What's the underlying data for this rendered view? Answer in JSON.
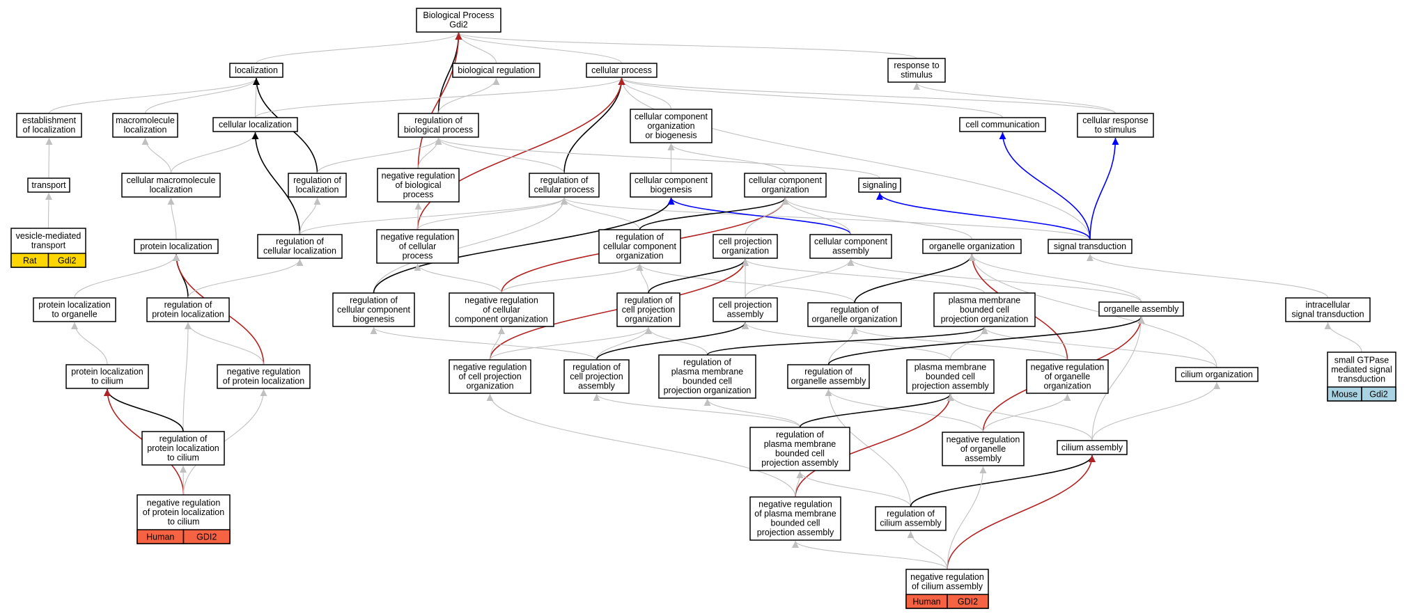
{
  "colors": {
    "is_a": "#c0c0c0",
    "part_of": "#000000",
    "negatively_regulates": "#b22222",
    "regulates": "#0000ff",
    "human": "#f56342",
    "rat": "#ffd700",
    "mouse": "#a9d3e3"
  },
  "nodes": {
    "bp": {
      "lines": [
        "Biological Process",
        "Gdi2"
      ]
    },
    "loc": {
      "lines": [
        "localization"
      ]
    },
    "bioreg": {
      "lines": [
        "biological regulation"
      ]
    },
    "cp": {
      "lines": [
        "cellular process"
      ]
    },
    "resp": {
      "lines": [
        "response to",
        "stimulus"
      ]
    },
    "estloc": {
      "lines": [
        "establishment",
        "of localization"
      ]
    },
    "macloc": {
      "lines": [
        "macromolecule",
        "localization"
      ]
    },
    "cellloc": {
      "lines": [
        "cellular localization"
      ]
    },
    "regbp": {
      "lines": [
        "regulation of",
        "biological process"
      ]
    },
    "ccob": {
      "lines": [
        "cellular component",
        "organization",
        "or biogenesis"
      ]
    },
    "cellcomm": {
      "lines": [
        "cell communication"
      ]
    },
    "cellresp": {
      "lines": [
        "cellular response",
        "to stimulus"
      ]
    },
    "transport": {
      "lines": [
        "transport"
      ]
    },
    "cmacloc": {
      "lines": [
        "cellular macromolecule",
        "localization"
      ]
    },
    "regloc": {
      "lines": [
        "regulation of",
        "localization"
      ]
    },
    "negregbp": {
      "lines": [
        "negative regulation",
        "of biological",
        "process"
      ]
    },
    "regcp": {
      "lines": [
        "regulation of",
        "cellular process"
      ]
    },
    "ccbio": {
      "lines": [
        "cellular component",
        "biogenesis"
      ]
    },
    "ccorg": {
      "lines": [
        "cellular component",
        "organization"
      ]
    },
    "signaling": {
      "lines": [
        "signaling"
      ]
    },
    "vesicle": {
      "lines": [
        "vesicle-mediated",
        "transport"
      ],
      "tags": [
        "Rat",
        "Gdi2"
      ],
      "tag_color": "rat"
    },
    "protloc": {
      "lines": [
        "protein localization"
      ]
    },
    "regcellloc": {
      "lines": [
        "regulation of",
        "cellular localization"
      ]
    },
    "negregcp": {
      "lines": [
        "negative regulation",
        "of cellular",
        "process"
      ]
    },
    "regcco": {
      "lines": [
        "regulation of",
        "cellular component",
        "organization"
      ]
    },
    "cpo": {
      "lines": [
        "cell projection",
        "organization"
      ]
    },
    "cca": {
      "lines": [
        "cellular component",
        "assembly"
      ]
    },
    "orgorg": {
      "lines": [
        "organelle organization"
      ]
    },
    "sigtrans": {
      "lines": [
        "signal transduction"
      ]
    },
    "protlocorg": {
      "lines": [
        "protein localization",
        "to organelle"
      ]
    },
    "regprotloc": {
      "lines": [
        "regulation of",
        "protein localization"
      ]
    },
    "regccbio": {
      "lines": [
        "regulation of",
        "cellular component",
        "biogenesis"
      ]
    },
    "negregcco": {
      "lines": [
        "negative regulation",
        "of cellular",
        "component organization"
      ]
    },
    "regcpo": {
      "lines": [
        "regulation of",
        "cell projection",
        "organization"
      ]
    },
    "cpa": {
      "lines": [
        "cell projection",
        "assembly"
      ]
    },
    "regorgorg": {
      "lines": [
        "regulation of",
        "organelle organization"
      ]
    },
    "pmbcpo": {
      "lines": [
        "plasma membrane",
        "bounded cell",
        "projection organization"
      ]
    },
    "orgasm": {
      "lines": [
        "organelle assembly"
      ]
    },
    "intrasig": {
      "lines": [
        "intracellular",
        "signal transduction"
      ]
    },
    "protloccil": {
      "lines": [
        "protein localization",
        "to cilium"
      ]
    },
    "negregprotloc": {
      "lines": [
        "negative regulation",
        "of protein localization"
      ]
    },
    "negregcpo": {
      "lines": [
        "negative regulation",
        "of cell projection",
        "organization"
      ]
    },
    "regcpa": {
      "lines": [
        "regulation of",
        "cell projection",
        "assembly"
      ]
    },
    "regpmbcpo": {
      "lines": [
        "regulation of",
        "plasma membrane",
        "bounded cell",
        "projection organization"
      ]
    },
    "regorgasm": {
      "lines": [
        "regulation of",
        "organelle assembly"
      ]
    },
    "pmbcpa": {
      "lines": [
        "plasma membrane",
        "bounded cell",
        "projection assembly"
      ]
    },
    "negregorgorg": {
      "lines": [
        "negative regulation",
        "of organelle",
        "organization"
      ]
    },
    "ciliumorg": {
      "lines": [
        "cilium organization"
      ]
    },
    "smallgtp": {
      "lines": [
        "small GTPase",
        "mediated signal",
        "transduction"
      ],
      "tags": [
        "Mouse",
        "Gdi2"
      ],
      "tag_color": "mouse"
    },
    "regprotloccil": {
      "lines": [
        "regulation of",
        "protein localization",
        "to cilium"
      ]
    },
    "regpmbcpa": {
      "lines": [
        "regulation of",
        "plasma membrane",
        "bounded cell",
        "projection assembly"
      ]
    },
    "negregorgasm": {
      "lines": [
        "negative regulation",
        "of organelle",
        "assembly"
      ]
    },
    "ciliumasm": {
      "lines": [
        "cilium assembly"
      ]
    },
    "negregprotloccil": {
      "lines": [
        "negative regulation",
        "of protein localization",
        "to cilium"
      ],
      "tags": [
        "Human",
        "GDI2"
      ],
      "tag_color": "human"
    },
    "negregpmbcpa": {
      "lines": [
        "negative regulation",
        "of plasma membrane",
        "bounded cell",
        "projection assembly"
      ]
    },
    "regciliumasm": {
      "lines": [
        "regulation of",
        "cilium assembly"
      ]
    },
    "negregciliumasm": {
      "lines": [
        "negative regulation",
        "of cilium assembly"
      ],
      "tags": [
        "Human",
        "GDI2"
      ],
      "tag_color": "human"
    }
  },
  "edges": [
    {
      "from": "loc",
      "to": "bp",
      "type": "is_a"
    },
    {
      "from": "bioreg",
      "to": "bp",
      "type": "is_a"
    },
    {
      "from": "cp",
      "to": "bp",
      "type": "is_a"
    },
    {
      "from": "resp",
      "to": "bp",
      "type": "is_a"
    },
    {
      "from": "regbp",
      "to": "bp",
      "type": "part_of"
    },
    {
      "from": "negregbp",
      "to": "bp",
      "type": "negatively_regulates"
    },
    {
      "from": "estloc",
      "to": "loc",
      "type": "is_a"
    },
    {
      "from": "macloc",
      "to": "loc",
      "type": "is_a"
    },
    {
      "from": "cellloc",
      "to": "loc",
      "type": "is_a"
    },
    {
      "from": "regloc",
      "to": "loc",
      "type": "part_of"
    },
    {
      "from": "regbp",
      "to": "bioreg",
      "type": "is_a"
    },
    {
      "from": "ccob",
      "to": "cp",
      "type": "is_a"
    },
    {
      "from": "cellcomm",
      "to": "cp",
      "type": "is_a"
    },
    {
      "from": "cellresp",
      "to": "cp",
      "type": "is_a"
    },
    {
      "from": "cellloc",
      "to": "cp",
      "type": "is_a"
    },
    {
      "from": "sigtrans",
      "to": "cp",
      "type": "is_a"
    },
    {
      "from": "regcp",
      "to": "cp",
      "type": "part_of"
    },
    {
      "from": "negregcp",
      "to": "cp",
      "type": "negatively_regulates"
    },
    {
      "from": "cellresp",
      "to": "resp",
      "type": "is_a"
    },
    {
      "from": "transport",
      "to": "estloc",
      "type": "is_a"
    },
    {
      "from": "cmacloc",
      "to": "macloc",
      "type": "is_a"
    },
    {
      "from": "cmacloc",
      "to": "cellloc",
      "type": "is_a"
    },
    {
      "from": "regcellloc",
      "to": "cellloc",
      "type": "part_of"
    },
    {
      "from": "regloc",
      "to": "regbp",
      "type": "is_a"
    },
    {
      "from": "negregbp",
      "to": "regbp",
      "type": "is_a"
    },
    {
      "from": "regcp",
      "to": "regbp",
      "type": "is_a"
    },
    {
      "from": "signaling",
      "to": "regbp",
      "type": "is_a"
    },
    {
      "from": "ccbio",
      "to": "ccob",
      "type": "is_a"
    },
    {
      "from": "ccorg",
      "to": "ccob",
      "type": "is_a"
    },
    {
      "from": "sigtrans",
      "to": "cellcomm",
      "type": "regulates"
    },
    {
      "from": "sigtrans",
      "to": "cellresp",
      "type": "regulates"
    },
    {
      "from": "vesicle",
      "to": "transport",
      "type": "is_a"
    },
    {
      "from": "protloc",
      "to": "cmacloc",
      "type": "is_a"
    },
    {
      "from": "regcellloc",
      "to": "regloc",
      "type": "is_a"
    },
    {
      "from": "negregcp",
      "to": "negregbp",
      "type": "is_a"
    },
    {
      "from": "regcellloc",
      "to": "regcp",
      "type": "is_a"
    },
    {
      "from": "negregcp",
      "to": "regcp",
      "type": "is_a"
    },
    {
      "from": "regcco",
      "to": "regcp",
      "type": "is_a"
    },
    {
      "from": "regccbio",
      "to": "regcp",
      "type": "is_a"
    },
    {
      "from": "sigtrans",
      "to": "regcp",
      "type": "is_a"
    },
    {
      "from": "regccbio",
      "to": "ccbio",
      "type": "part_of"
    },
    {
      "from": "cca",
      "to": "ccbio",
      "type": "regulates"
    },
    {
      "from": "regcco",
      "to": "ccorg",
      "type": "part_of"
    },
    {
      "from": "negregcco",
      "to": "ccorg",
      "type": "negatively_regulates"
    },
    {
      "from": "cpo",
      "to": "ccorg",
      "type": "is_a"
    },
    {
      "from": "cca",
      "to": "ccorg",
      "type": "is_a"
    },
    {
      "from": "orgorg",
      "to": "ccorg",
      "type": "is_a"
    },
    {
      "from": "sigtrans",
      "to": "signaling",
      "type": "regulates"
    },
    {
      "from": "regprotloc",
      "to": "protloc",
      "type": "part_of"
    },
    {
      "from": "negregprotloc",
      "to": "protloc",
      "type": "negatively_regulates"
    },
    {
      "from": "protlocorg",
      "to": "protloc",
      "type": "is_a"
    },
    {
      "from": "regprotloc",
      "to": "regcellloc",
      "type": "is_a"
    },
    {
      "from": "negregcco",
      "to": "negregcp",
      "type": "is_a"
    },
    {
      "from": "negregcco",
      "to": "regcco",
      "type": "is_a"
    },
    {
      "from": "regcpo",
      "to": "regcco",
      "type": "is_a"
    },
    {
      "from": "regorgorg",
      "to": "regcco",
      "type": "is_a"
    },
    {
      "from": "regcpo",
      "to": "cpo",
      "type": "part_of"
    },
    {
      "from": "negregcpo",
      "to": "cpo",
      "type": "negatively_regulates"
    },
    {
      "from": "cpa",
      "to": "cpo",
      "type": "is_a"
    },
    {
      "from": "pmbcpo",
      "to": "cpo",
      "type": "is_a"
    },
    {
      "from": "cpa",
      "to": "cca",
      "type": "is_a"
    },
    {
      "from": "orgasm",
      "to": "cca",
      "type": "is_a"
    },
    {
      "from": "regorgorg",
      "to": "orgorg",
      "type": "part_of"
    },
    {
      "from": "negregorgorg",
      "to": "orgorg",
      "type": "negatively_regulates"
    },
    {
      "from": "orgasm",
      "to": "orgorg",
      "type": "is_a"
    },
    {
      "from": "ciliumorg",
      "to": "orgorg",
      "type": "is_a"
    },
    {
      "from": "intrasig",
      "to": "sigtrans",
      "type": "is_a"
    },
    {
      "from": "protloccil",
      "to": "protlocorg",
      "type": "is_a"
    },
    {
      "from": "regprotloccil",
      "to": "regprotloc",
      "type": "is_a"
    },
    {
      "from": "negregprotloc",
      "to": "regprotloc",
      "type": "is_a"
    },
    {
      "from": "negregcpo",
      "to": "negregcco",
      "type": "is_a"
    },
    {
      "from": "negregcpo",
      "to": "regcpo",
      "type": "is_a"
    },
    {
      "from": "regcpa",
      "to": "regcpo",
      "type": "is_a"
    },
    {
      "from": "regpmbcpo",
      "to": "regcpo",
      "type": "is_a"
    },
    {
      "from": "regcpa",
      "to": "cpa",
      "type": "part_of"
    },
    {
      "from": "pmbcpa",
      "to": "cpa",
      "type": "is_a"
    },
    {
      "from": "regorgasm",
      "to": "regorgorg",
      "type": "is_a"
    },
    {
      "from": "negregorgorg",
      "to": "regorgorg",
      "type": "is_a"
    },
    {
      "from": "regpmbcpo",
      "to": "pmbcpo",
      "type": "part_of"
    },
    {
      "from": "pmbcpa",
      "to": "pmbcpo",
      "type": "is_a"
    },
    {
      "from": "ciliumorg",
      "to": "pmbcpo",
      "type": "is_a"
    },
    {
      "from": "regorgasm",
      "to": "orgasm",
      "type": "part_of"
    },
    {
      "from": "negregorgasm",
      "to": "orgasm",
      "type": "negatively_regulates"
    },
    {
      "from": "ciliumasm",
      "to": "orgasm",
      "type": "is_a"
    },
    {
      "from": "smallgtp",
      "to": "intrasig",
      "type": "is_a"
    },
    {
      "from": "regprotloccil",
      "to": "protloccil",
      "type": "part_of"
    },
    {
      "from": "negregprotloccil",
      "to": "protloccil",
      "type": "negatively_regulates"
    },
    {
      "from": "regcpa",
      "to": "regccbio",
      "type": "is_a"
    },
    {
      "from": "regpmbcpa",
      "to": "regcpa",
      "type": "is_a"
    },
    {
      "from": "negregpmbcpa",
      "to": "negregcpo",
      "type": "is_a"
    },
    {
      "from": "regpmbcpa",
      "to": "regpmbcpo",
      "type": "is_a"
    },
    {
      "from": "regciliumasm",
      "to": "regorgasm",
      "type": "is_a"
    },
    {
      "from": "negregorgasm",
      "to": "regorgasm",
      "type": "is_a"
    },
    {
      "from": "regpmbcpa",
      "to": "pmbcpa",
      "type": "part_of"
    },
    {
      "from": "negregpmbcpa",
      "to": "pmbcpa",
      "type": "negatively_regulates"
    },
    {
      "from": "ciliumasm",
      "to": "pmbcpa",
      "type": "is_a"
    },
    {
      "from": "negregorgasm",
      "to": "negregorgorg",
      "type": "is_a"
    },
    {
      "from": "ciliumasm",
      "to": "ciliumorg",
      "type": "is_a"
    },
    {
      "from": "negregprotloccil",
      "to": "regprotloccil",
      "type": "is_a"
    },
    {
      "from": "negregprotloccil",
      "to": "negregprotloc",
      "type": "is_a"
    },
    {
      "from": "negregpmbcpa",
      "to": "regpmbcpa",
      "type": "is_a"
    },
    {
      "from": "regciliumasm",
      "to": "regpmbcpa",
      "type": "is_a"
    },
    {
      "from": "regciliumasm",
      "to": "ciliumasm",
      "type": "part_of"
    },
    {
      "from": "negregciliumasm",
      "to": "ciliumasm",
      "type": "negatively_regulates"
    },
    {
      "from": "negregciliumasm",
      "to": "negregpmbcpa",
      "type": "is_a"
    },
    {
      "from": "negregciliumasm",
      "to": "regciliumasm",
      "type": "is_a"
    },
    {
      "from": "negregciliumasm",
      "to": "negregorgasm",
      "type": "is_a"
    }
  ]
}
